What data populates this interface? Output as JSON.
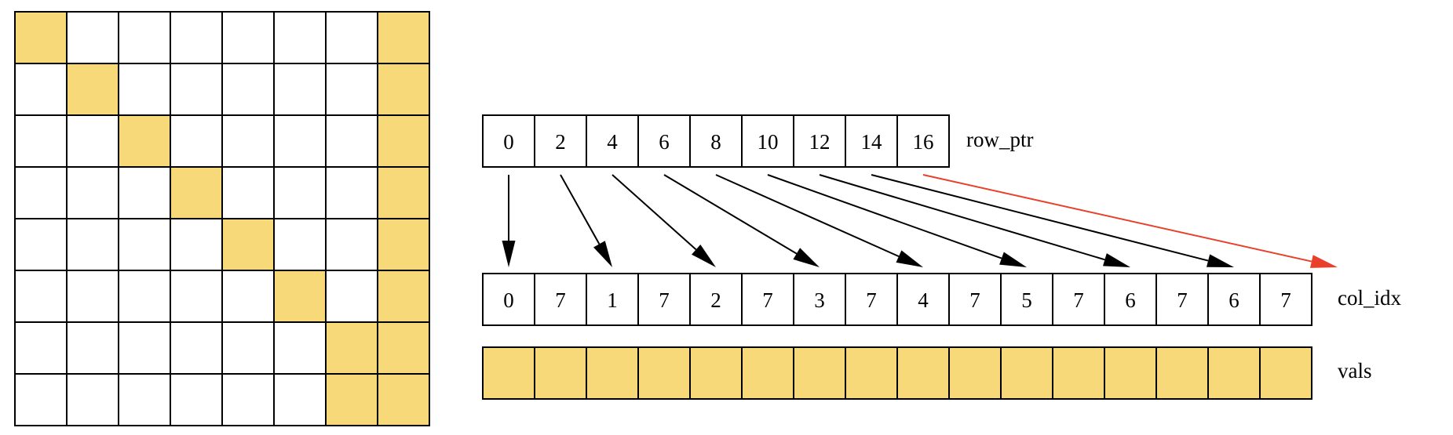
{
  "colors": {
    "filled": "#F7D97A",
    "empty": "#FFFFFF",
    "stroke": "#000000",
    "arrow": "#000000",
    "last_arrow": "#E8402A"
  },
  "matrix": {
    "rows": 8,
    "cols": 8,
    "nonzeros": [
      [
        0,
        0
      ],
      [
        0,
        7
      ],
      [
        1,
        1
      ],
      [
        1,
        7
      ],
      [
        2,
        2
      ],
      [
        2,
        7
      ],
      [
        3,
        3
      ],
      [
        3,
        7
      ],
      [
        4,
        4
      ],
      [
        4,
        7
      ],
      [
        5,
        5
      ],
      [
        5,
        7
      ],
      [
        6,
        6
      ],
      [
        6,
        7
      ],
      [
        7,
        6
      ],
      [
        7,
        7
      ]
    ]
  },
  "row_ptr": {
    "label": "row_ptr",
    "values": [
      "0",
      "2",
      "4",
      "6",
      "8",
      "10",
      "12",
      "14",
      "16"
    ]
  },
  "col_idx": {
    "label": "col_idx",
    "values": [
      "0",
      "7",
      "1",
      "7",
      "2",
      "7",
      "3",
      "7",
      "4",
      "7",
      "5",
      "7",
      "6",
      "7",
      "6",
      "7"
    ]
  },
  "vals": {
    "label": "vals",
    "count": 16
  }
}
